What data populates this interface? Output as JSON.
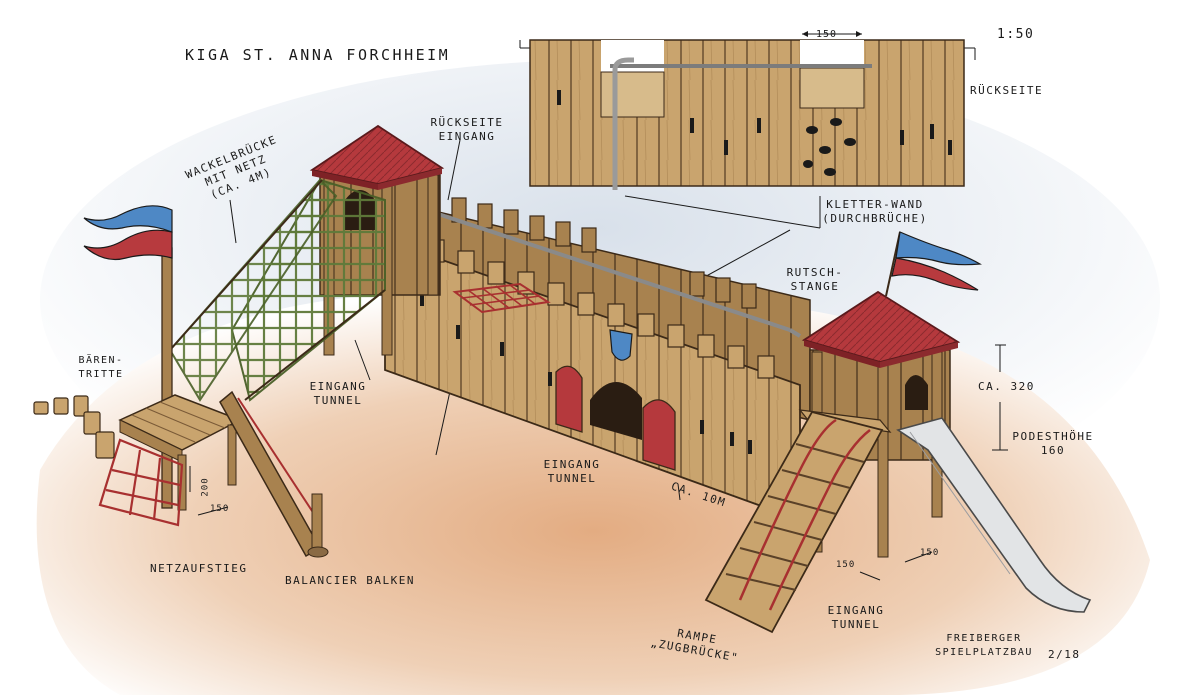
{
  "title": "KiGa St. Anna Forchheim",
  "scale": "1:50",
  "labels": {
    "rueckseite": "Rückseite",
    "rueckseite_eingang": "Rückseite Eingang",
    "wackelbruecke": "Wackelbrücke mit Netz (ca. 4m)",
    "baerentritte": "Bären-tritte",
    "eingang_tunnel_1": "Eingang Tunnel",
    "eingang_tunnel_2": "Eingang Tunnel",
    "eingang_tunnel_3": "Eingang Tunnel",
    "kletterwand": "Kletter-wand (Durchbrüche)",
    "rutschstange": "Rutsch-stange",
    "height_total": "ca. 320",
    "podesthoehe": "Podesthöhe 160",
    "length": "ca. 10m",
    "netzaufstieg": "Netzaufstieg",
    "balancierbalken": "Balancier Balken",
    "rampe": "Rampe „Zugbrücke\"",
    "signature": "Freiberger Spielplatzbau",
    "date": "2/18"
  },
  "dimensions": {
    "back_150": "150",
    "left_200": "200",
    "left_150": "150",
    "right_150_a": "150",
    "right_150_b": "150"
  },
  "colors": {
    "wood_light": "#c9a46e",
    "wood_mid": "#a8824f",
    "wood_dark": "#6f5234",
    "roof": "#b5393d",
    "roof_dark": "#7e2226",
    "flag_blue": "#4e88c5",
    "flag_red": "#b73a3e",
    "net": "#5f7a3a",
    "rope_red": "#a83030",
    "slide": "#e2e4e6",
    "ground": "#e6b894",
    "ink": "#1a1a1a"
  }
}
